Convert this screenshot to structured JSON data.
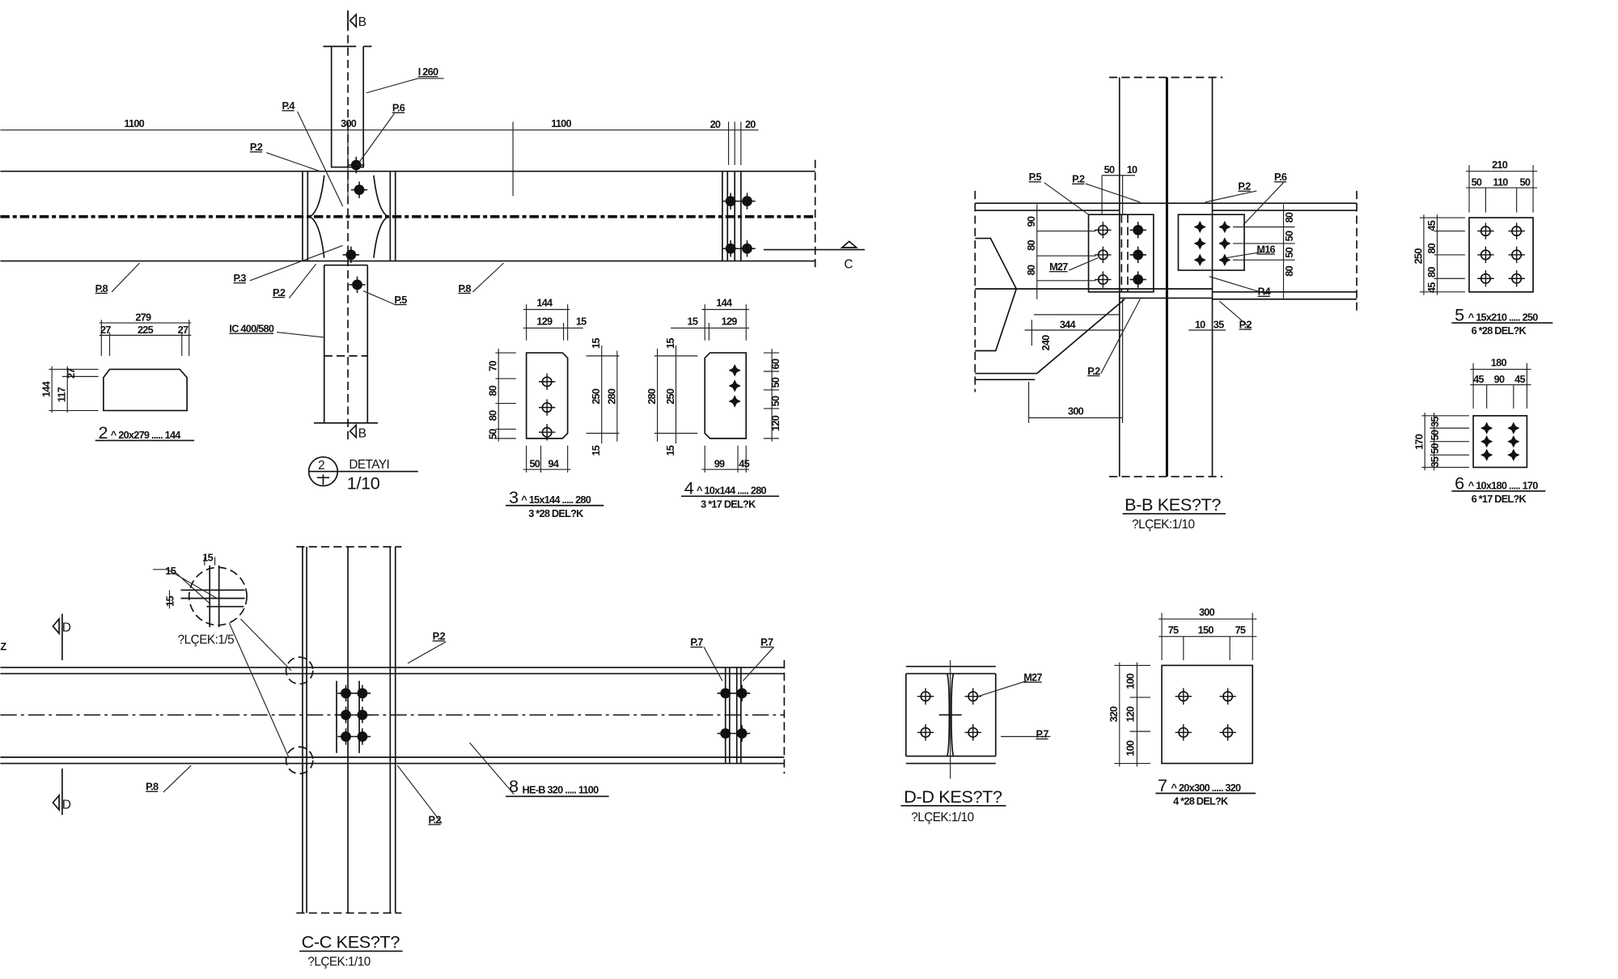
{
  "detail_2": {
    "number": "2",
    "title": "DETAYI",
    "scale": "1/10",
    "section_b": "B",
    "section_c": "C",
    "dims": [
      "1100",
      "300",
      "1100",
      "20",
      "20"
    ],
    "callouts": [
      "I 260",
      "P.4",
      "P.6",
      "P.2",
      "P.3",
      "P.2",
      "P.5",
      "P.8",
      "P.8",
      "IC 400/580"
    ]
  },
  "plate_2": {
    "mark": "2",
    "spec": "^ 20x279 ..... 144",
    "dims": [
      "279",
      "27",
      "225",
      "27",
      "144",
      "117",
      "27"
    ]
  },
  "plate_3": {
    "mark": "3",
    "spec": "^ 15x144 ..... 280",
    "holes": "3 *28 DEL?K",
    "dims": [
      "144",
      "129",
      "15",
      "70",
      "80",
      "80",
      "50",
      "15",
      "250",
      "280",
      "15",
      "50",
      "94"
    ]
  },
  "plate_4": {
    "mark": "4",
    "spec": "^ 10x144 ..... 280",
    "holes": "3 *17 DEL?K",
    "dims": [
      "144",
      "15",
      "129",
      "15",
      "280",
      "250",
      "15",
      "60",
      "50",
      "50",
      "120",
      "99",
      "45"
    ]
  },
  "section_bb": {
    "title": "B-B KES?T?",
    "scale": "?LÇEK:1/10",
    "dims": [
      "50",
      "10",
      "90",
      "80",
      "80",
      "80",
      "50",
      "50",
      "80",
      "344",
      "240",
      "300",
      "10",
      "35"
    ],
    "callouts": [
      "P.5",
      "P.2",
      "P.2",
      "P.6",
      "M27",
      "M16",
      "P.4",
      "P.2",
      "P.2"
    ]
  },
  "plate_5": {
    "mark": "5",
    "spec": "^ 15x210 ..... 250",
    "holes": "6 *28 DEL?K",
    "dims": [
      "210",
      "50",
      "110",
      "50",
      "250",
      "45",
      "80",
      "80",
      "45"
    ]
  },
  "plate_6": {
    "mark": "6",
    "spec": "^ 10x180 ..... 170",
    "holes": "6 *17 DEL?K",
    "dims": [
      "180",
      "45",
      "90",
      "45",
      "170",
      "35",
      "50",
      "50",
      "35"
    ]
  },
  "section_cc": {
    "title": "C-C KES?T?",
    "scale": "?LÇEK:1/10",
    "weld_scale": "?LÇEK:1/5",
    "weld_dims": [
      "15",
      "15",
      "15"
    ],
    "section_d": "D",
    "edge_label": "Z",
    "callouts": [
      "P.2",
      "P.7",
      "P.7",
      "P.8",
      "P.2"
    ],
    "member_mark": "8",
    "member_spec": "HE-B 320 ..... 1100"
  },
  "section_dd": {
    "title": "D-D KES?T?",
    "scale": "?LÇEK:1/10",
    "callouts": [
      "M27",
      "P.7"
    ]
  },
  "plate_7": {
    "mark": "7",
    "spec": "^ 20x300 ..... 320",
    "holes": "4 *28 DEL?K",
    "dims": [
      "300",
      "75",
      "150",
      "75",
      "320",
      "100",
      "120",
      "100"
    ]
  }
}
